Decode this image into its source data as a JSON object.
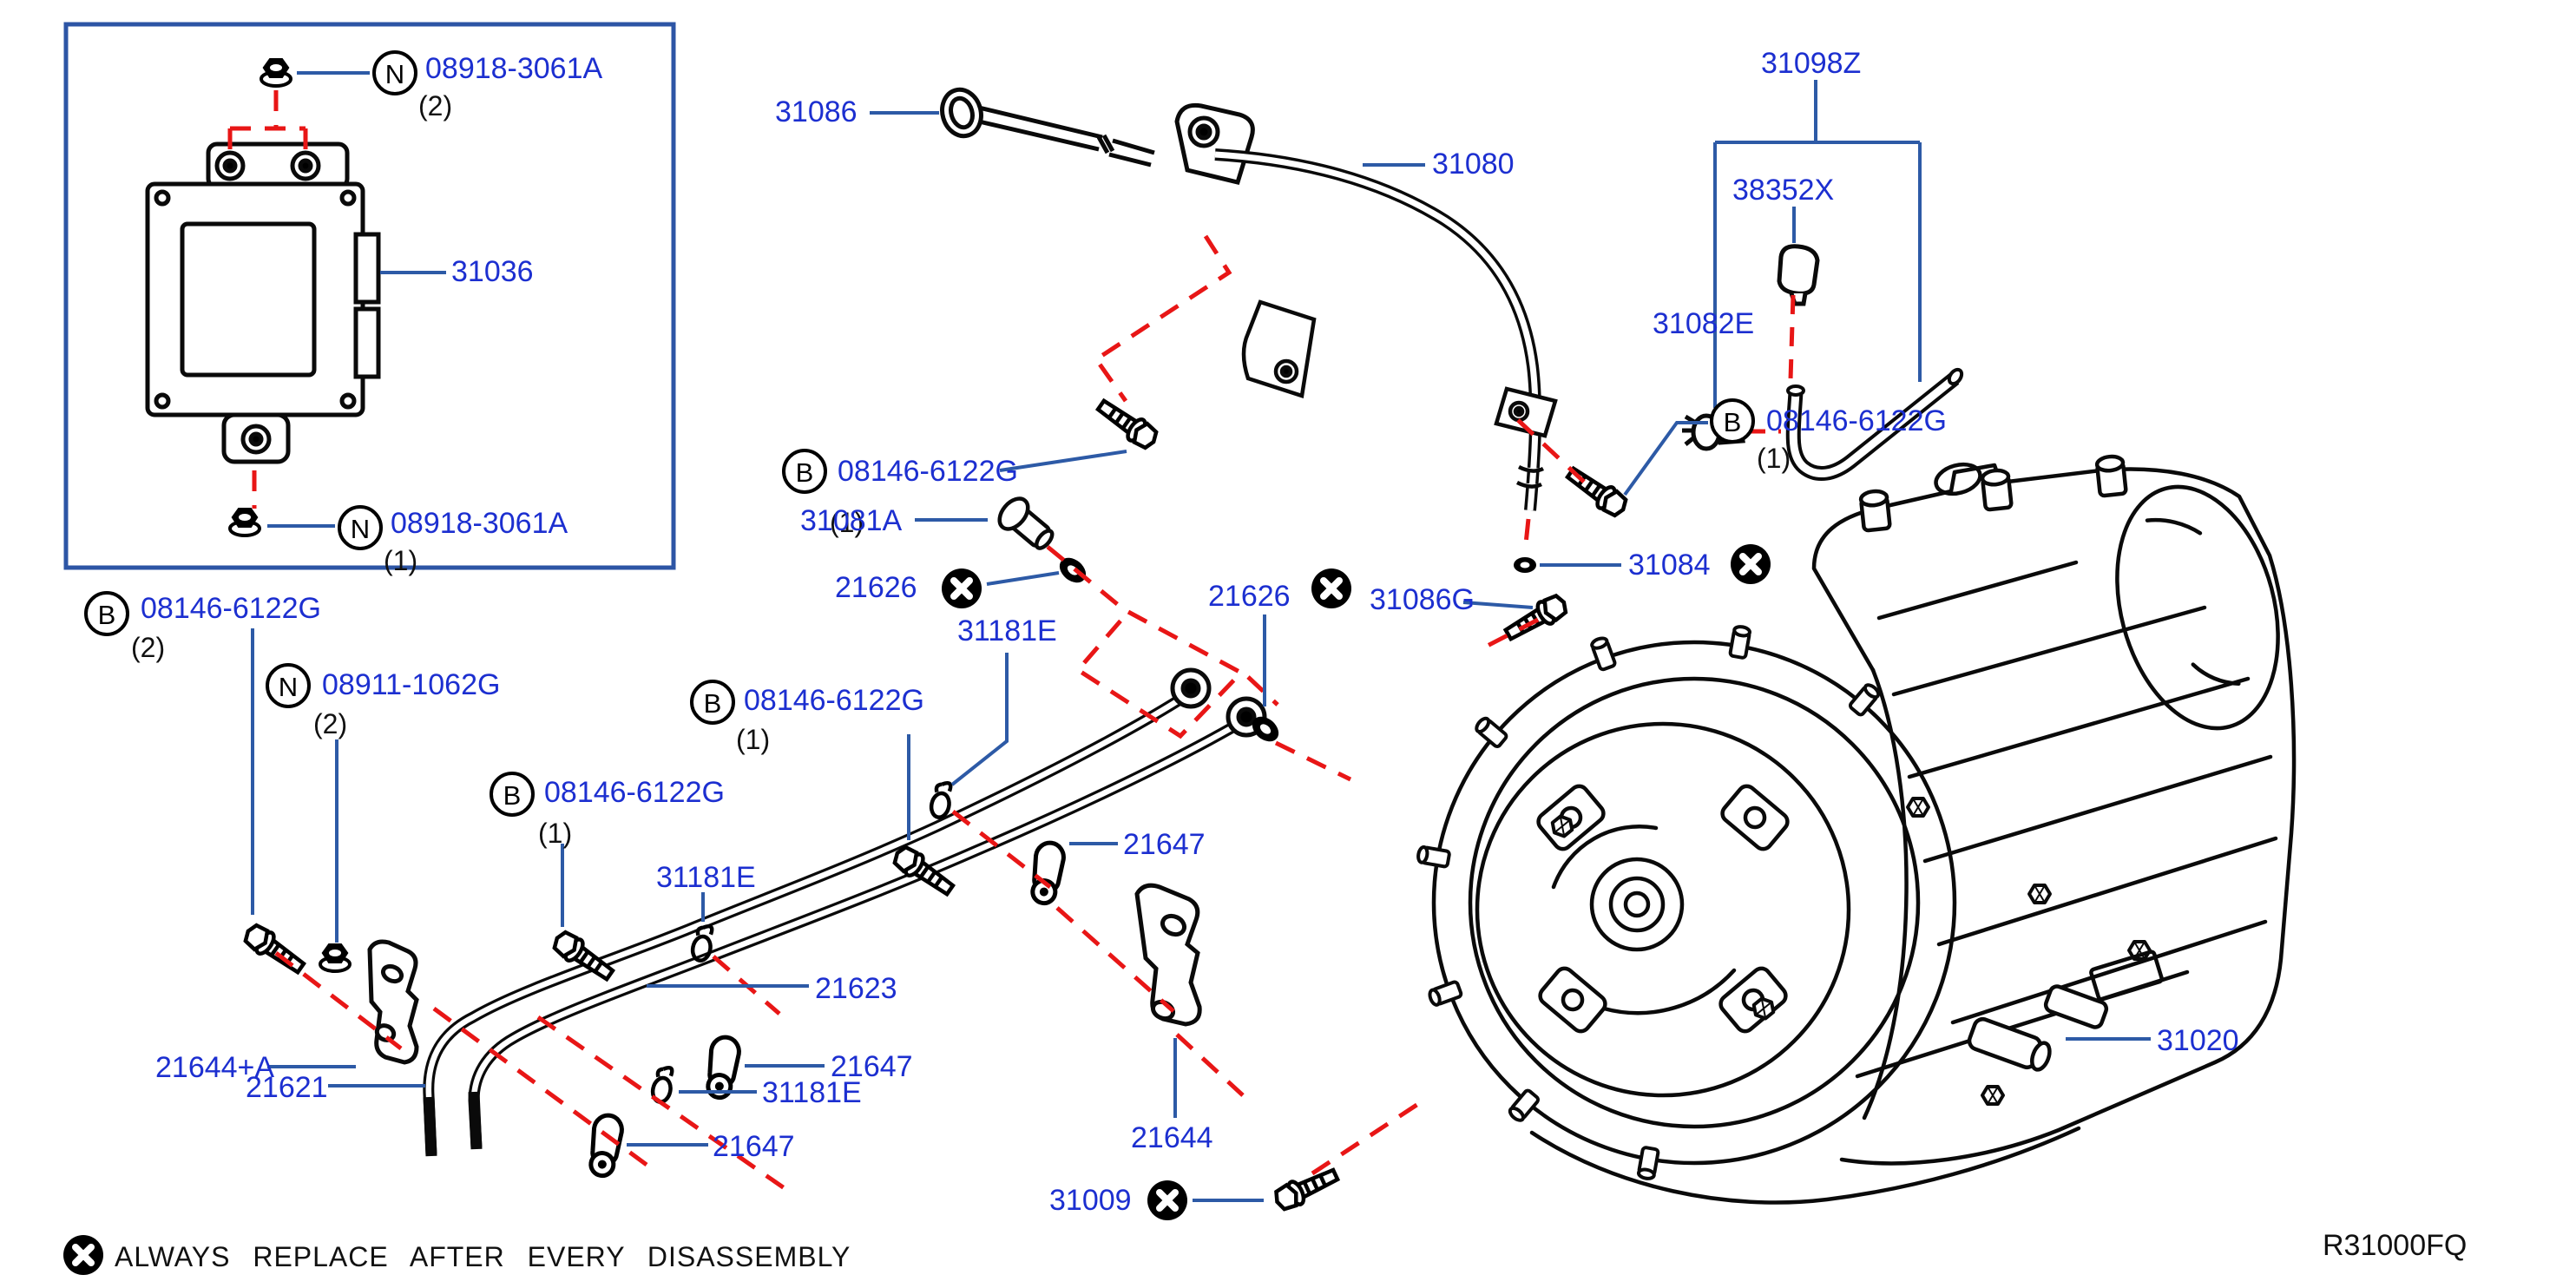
{
  "diagram_code": "R31000FQ",
  "legend": {
    "symbol": "circle-x-replace-marker",
    "text": "ALWAYS REPLACE AFTER EVERY DISASSEMBLY"
  },
  "colors": {
    "label_blue": "#1c2fd0",
    "leader_blue": "#2d5aa6",
    "replace_red": "#e81616",
    "line_black": "#0a0a0a",
    "inset_border_blue": "#2d55a5"
  },
  "callouts": [
    {
      "part": "08918-3061A",
      "prefix": "N",
      "qty": "(2)"
    },
    {
      "part": "31036"
    },
    {
      "part": "08918-3061A",
      "prefix": "N",
      "qty": "(1)"
    },
    {
      "part": "31086"
    },
    {
      "part": "31080"
    },
    {
      "part": "08146-6122G",
      "prefix": "B",
      "qty": "(1)"
    },
    {
      "part": "31098Z"
    },
    {
      "part": "38352X"
    },
    {
      "part": "31082E"
    },
    {
      "part": "08146-6122G",
      "prefix": "B",
      "qty": "(1)"
    },
    {
      "part": "31081A"
    },
    {
      "part": "21626"
    },
    {
      "part": "21626"
    },
    {
      "part": "31086G"
    },
    {
      "part": "31084"
    },
    {
      "part": "08146-6122G",
      "prefix": "B",
      "qty": "(2)"
    },
    {
      "part": "08911-1062G",
      "prefix": "N",
      "qty": "(2)"
    },
    {
      "part": "08146-6122G",
      "prefix": "B",
      "qty": "(1)"
    },
    {
      "part": "08146-6122G",
      "prefix": "B",
      "qty": "(1)"
    },
    {
      "part": "31181E"
    },
    {
      "part": "31181E"
    },
    {
      "part": "21647"
    },
    {
      "part": "21623"
    },
    {
      "part": "21647"
    },
    {
      "part": "21644"
    },
    {
      "part": "21644+A"
    },
    {
      "part": "21621"
    },
    {
      "part": "31181E"
    },
    {
      "part": "21647"
    },
    {
      "part": "31009"
    },
    {
      "part": "31020"
    }
  ]
}
